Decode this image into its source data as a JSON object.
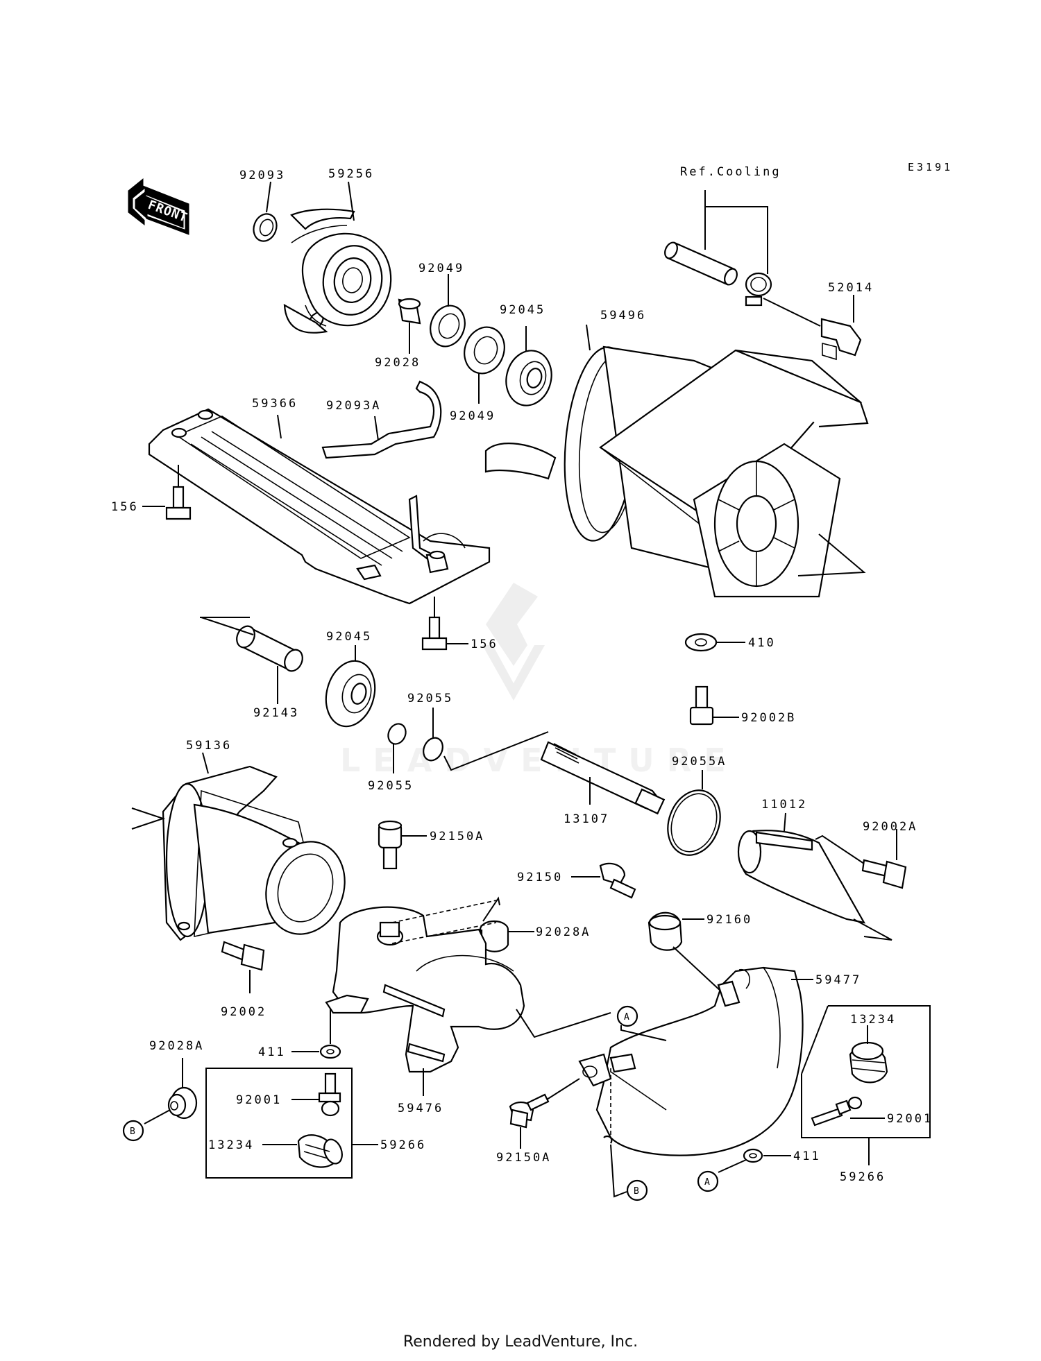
{
  "diagram_code": "E3191",
  "front_label": "FRONT",
  "watermark": "LEADVENTURE",
  "footer": "Rendered by LeadVenture, Inc.",
  "ref_note": "Ref.Cooling",
  "callouts": {
    "a": "A",
    "b": "B"
  },
  "parts": {
    "p92093": "92093",
    "p59256": "59256",
    "p92049a": "92049",
    "p92045a": "92045",
    "p92028": "92028",
    "p92049b": "92049",
    "p59496": "59496",
    "p52014": "52014",
    "p59366": "59366",
    "p92093A": "92093A",
    "p156a": "156",
    "p156b": "156",
    "p92045b": "92045",
    "p92143": "92143",
    "p92055a": "92055",
    "p92055b": "92055",
    "p410": "410",
    "p92002B": "92002B",
    "p92055A": "92055A",
    "p13107": "13107",
    "p59136": "59136",
    "p92150A_top": "92150A",
    "p11012": "11012",
    "p92002A": "92002A",
    "p92150": "92150",
    "p92028A_mid": "92028A",
    "p92160": "92160",
    "p92002": "92002",
    "p59477": "59477",
    "p13234_r": "13234",
    "p92001_r": "92001",
    "p59266_r": "59266",
    "p92028A_left": "92028A",
    "p411_mid": "411",
    "p92001_l": "92001",
    "p13234_l": "13234",
    "p59266_l": "59266",
    "p59476": "59476",
    "p92150A_bot": "92150A",
    "p411_right": "411"
  }
}
